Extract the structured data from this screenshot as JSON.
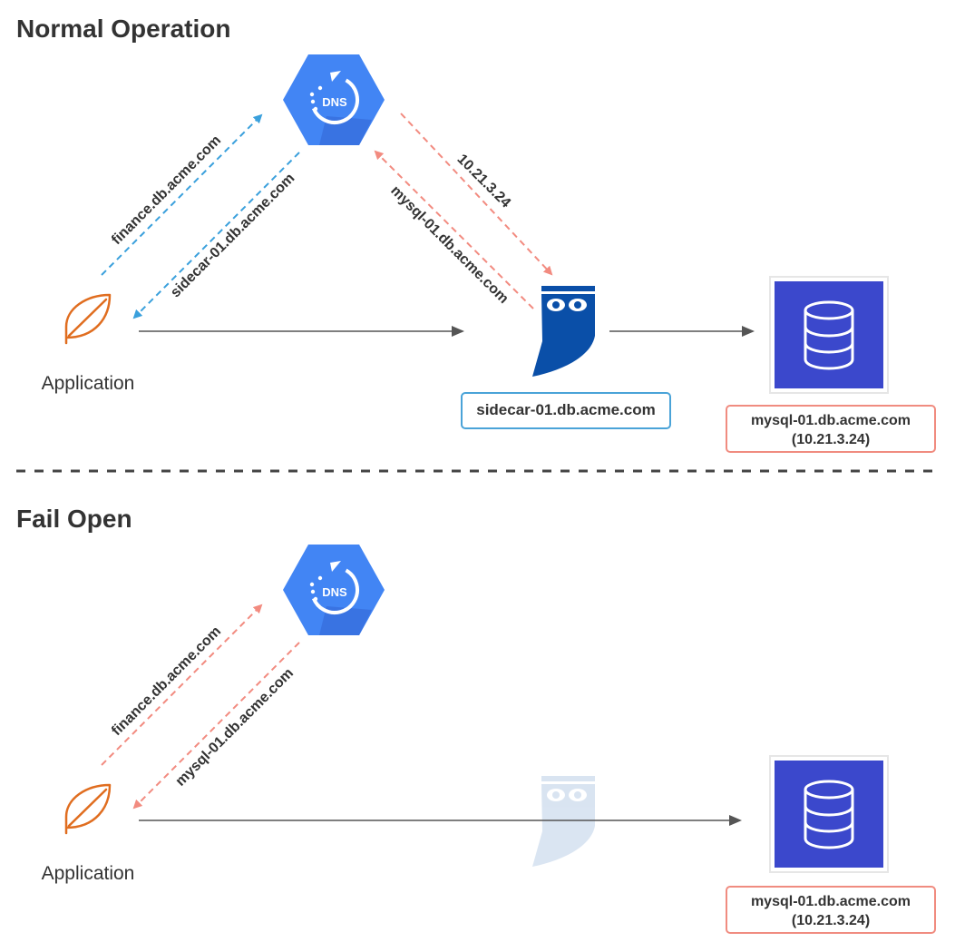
{
  "sections": {
    "normal": {
      "title": "Normal Operation",
      "app_label": "Application",
      "query_label": "finance.db.acme.com",
      "response_label": "sidecar-01.db.acme.com",
      "sidecar_query_label": "10.21.3.24",
      "sidecar_response_label": "mysql-01.db.acme.com",
      "sidecar_host": "sidecar-01.db.acme.com",
      "db_host": "mysql-01.db.acme.com",
      "db_ip": "(10.21.3.24)",
      "dns_badge": "DNS"
    },
    "fail_open": {
      "title": "Fail Open",
      "app_label": "Application",
      "query_label": "finance.db.acme.com",
      "response_label": "mysql-01.db.acme.com",
      "db_host": "mysql-01.db.acme.com",
      "db_ip": "(10.21.3.24)",
      "dns_badge": "DNS"
    }
  },
  "colors": {
    "dns_blue": "#4285f4",
    "dns_shadow": "#3367d6",
    "db_blue": "#3b48cc",
    "sidecar_blue": "#0a4fa8",
    "app_orange": "#e06d1f",
    "arrow_blue": "#3aa0dc",
    "arrow_red": "#f28b80",
    "arrow_gray": "#555555"
  },
  "icons": [
    "dns-icon",
    "database-icon",
    "leaf-icon",
    "owl-sidecar-icon"
  ]
}
